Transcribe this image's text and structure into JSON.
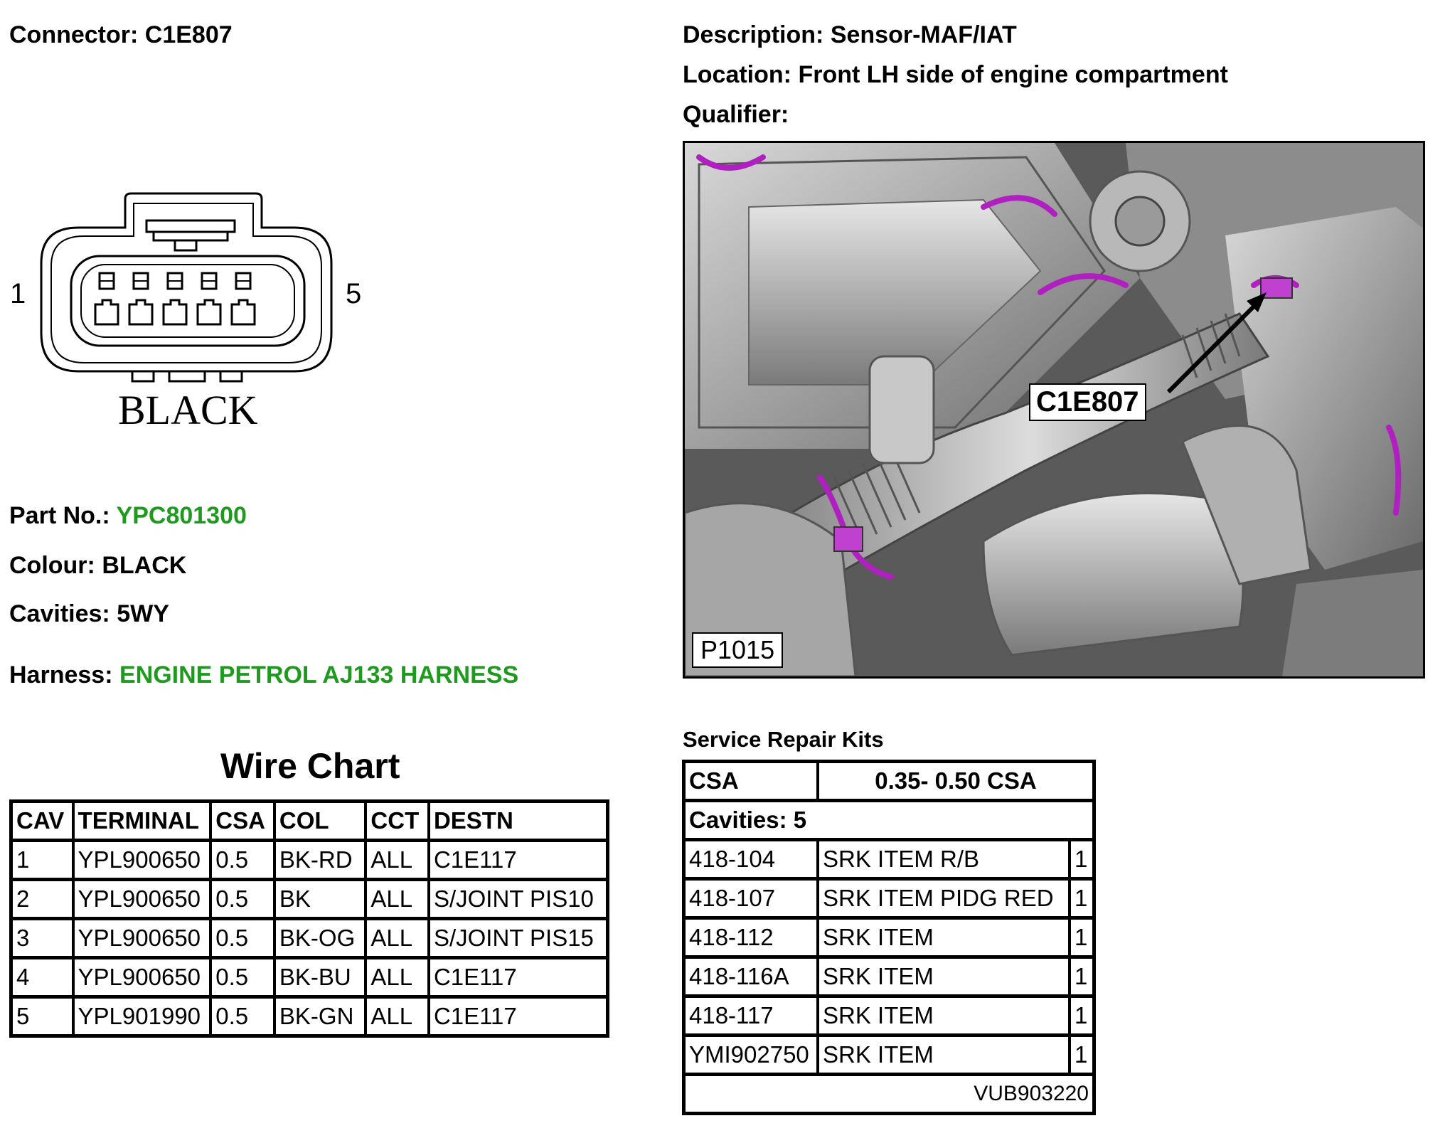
{
  "connector": {
    "label": "Connector:",
    "value": "C1E807",
    "pin_left": "1",
    "pin_right": "5",
    "colour_text": "BLACK"
  },
  "header": {
    "description_label": "Description:",
    "description_value": "Sensor-MAF/IAT",
    "location_label": "Location:",
    "location_value": "Front LH side of engine compartment",
    "qualifier_label": "Qualifier:"
  },
  "details": {
    "part_label": "Part No.:",
    "part_value": "YPC801300",
    "colour_label": "Colour:",
    "colour_value": "BLACK",
    "cavities_label": "Cavities:",
    "cavities_value": "5WY",
    "harness_label": "Harness:",
    "harness_value": "ENGINE PETROL AJ133 HARNESS"
  },
  "picture": {
    "callout": "C1E807",
    "ref": "P1015"
  },
  "wire_chart": {
    "title": "Wire Chart",
    "columns": [
      "CAV",
      "TERMINAL",
      "CSA",
      "COL",
      "CCT",
      "DESTN"
    ],
    "rows": [
      [
        "1",
        "YPL900650",
        "0.5",
        "BK-RD",
        "ALL",
        "C1E117"
      ],
      [
        "2",
        "YPL900650",
        "0.5",
        "BK",
        "ALL",
        "S/JOINT PIS10"
      ],
      [
        "3",
        "YPL900650",
        "0.5",
        "BK-OG",
        "ALL",
        "S/JOINT PIS15"
      ],
      [
        "4",
        "YPL900650",
        "0.5",
        "BK-BU",
        "ALL",
        "C1E117"
      ],
      [
        "5",
        "YPL901990",
        "0.5",
        "BK-GN",
        "ALL",
        "C1E117"
      ]
    ]
  },
  "service_repair_kits": {
    "title": "Service Repair Kits",
    "csa_label": "CSA",
    "csa_value": "0.35- 0.50 CSA",
    "cavities": "Cavities: 5",
    "items": [
      [
        "418-104",
        "SRK ITEM R/B",
        "1"
      ],
      [
        "418-107",
        "SRK ITEM PIDG RED",
        "1"
      ],
      [
        "418-112",
        "SRK ITEM",
        "1"
      ],
      [
        "418-116A",
        "SRK ITEM",
        "1"
      ],
      [
        "418-117",
        "SRK ITEM",
        "1"
      ],
      [
        "YMI902750",
        "SRK ITEM",
        "1"
      ]
    ],
    "footer": "VUB903220"
  },
  "colors": {
    "accent_green": "#1e9a1e",
    "harness_purple": "#b020c0"
  }
}
